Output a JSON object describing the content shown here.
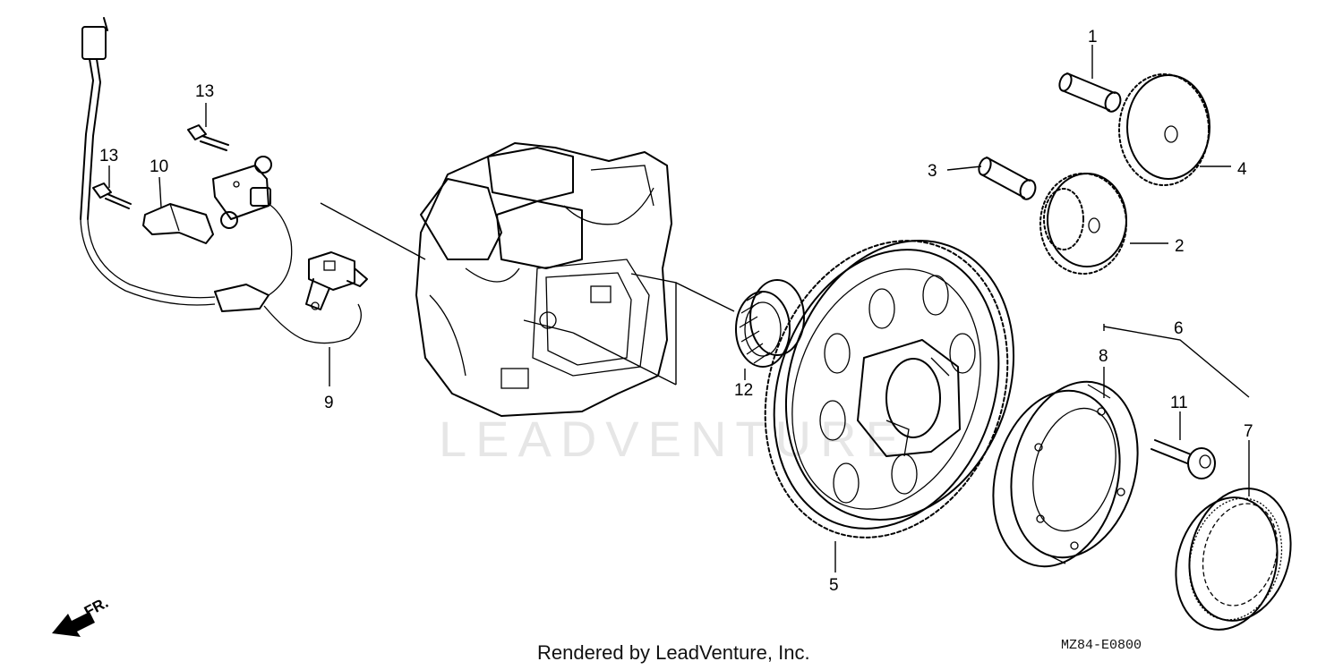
{
  "watermark": "LEADVENTURE",
  "footer": {
    "rendered_by": "Rendered by LeadVenture, Inc.",
    "diagram_code": "MZ84-E0800"
  },
  "direction_marker": "FR.",
  "callouts": [
    "1",
    "2",
    "3",
    "4",
    "5",
    "6",
    "7",
    "8",
    "9",
    "10",
    "11",
    "12",
    "13",
    "13"
  ],
  "parts": [
    {
      "ref": "1",
      "icon": "pin-shaft-icon"
    },
    {
      "ref": "2",
      "icon": "double-gear-icon"
    },
    {
      "ref": "3",
      "icon": "pin-shaft-icon"
    },
    {
      "ref": "4",
      "icon": "gear-icon"
    },
    {
      "ref": "5",
      "icon": "ring-gear-icon"
    },
    {
      "ref": "6",
      "icon": "clutch-assembly-icon"
    },
    {
      "ref": "7",
      "icon": "one-way-clutch-icon"
    },
    {
      "ref": "8",
      "icon": "clutch-outer-icon"
    },
    {
      "ref": "9",
      "icon": "pulse-generator-icon"
    },
    {
      "ref": "10",
      "icon": "cord-clamp-icon"
    },
    {
      "ref": "11",
      "icon": "bolt-icon"
    },
    {
      "ref": "12",
      "icon": "needle-bearing-icon"
    },
    {
      "ref": "13",
      "icon": "bolt-icon"
    }
  ],
  "colors": {
    "ink": "#000000",
    "watermark": "#e6e6e6",
    "background": "#ffffff"
  }
}
